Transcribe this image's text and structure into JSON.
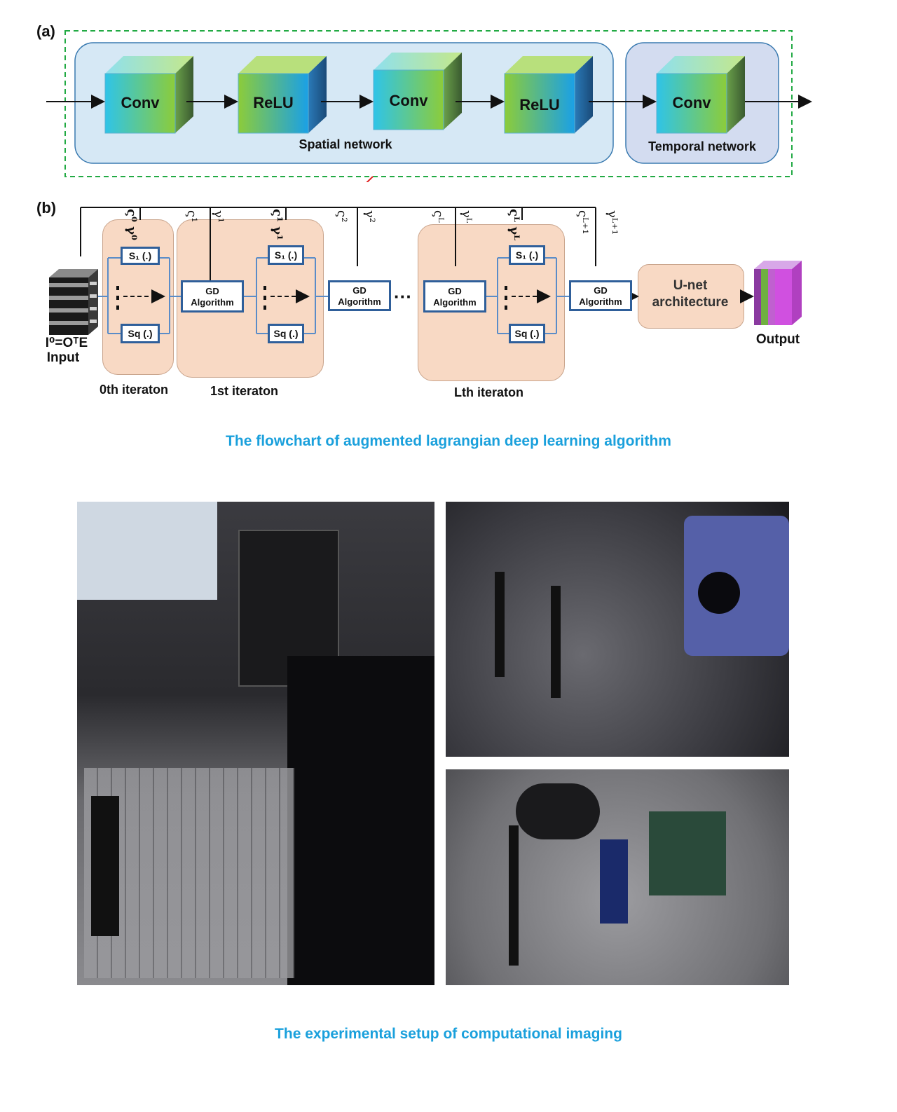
{
  "panel_a": {
    "label": "(a)",
    "cubes": [
      {
        "text": "Conv",
        "kind": "conv"
      },
      {
        "text": "ReLU",
        "kind": "relu"
      },
      {
        "text": "Conv",
        "kind": "conv"
      },
      {
        "text": "ReLU",
        "kind": "relu"
      },
      {
        "text": "Conv",
        "kind": "conv"
      }
    ],
    "spatial_label": "Spatial network",
    "temporal_label": "Temporal network"
  },
  "panel_b": {
    "label": "(b)",
    "input_label_line1": "I⁰=OᵀE",
    "input_label_line2": "Input",
    "output_label": "Output",
    "gd_line1": "GD",
    "gd_line2": "Algorithm",
    "s1": "S₁ (.)",
    "sq": "Sq (.)",
    "dots": "···",
    "unet_line1": "U-net",
    "unet_line2": "architecture",
    "iterations": [
      "0th iteraton",
      "1st iteraton",
      "Lth iteraton"
    ],
    "params": [
      "ς⁰ γ⁰",
      "ς¹",
      "γ¹",
      "ς¹ γ¹",
      "ς²",
      "γ²",
      "ςᴸ",
      "γᴸ",
      "ςᴸ γᴸ",
      "ςᴸ⁺¹",
      "γᴸ⁺¹"
    ]
  },
  "captions": {
    "flowchart": "The flowchart of augmented lagrangian deep learning algorithm",
    "setup": "The experimental setup of computational imaging"
  },
  "colors": {
    "caption": "#1aa0dc",
    "outer_dash": "#22aa44",
    "spatial_bg": "#d6e8f5",
    "temporal_bg": "#d3dcf0",
    "iteration_bg": "#f8d9c4",
    "box_border": "#2f5f9a",
    "link_arrow": "#e02020"
  }
}
